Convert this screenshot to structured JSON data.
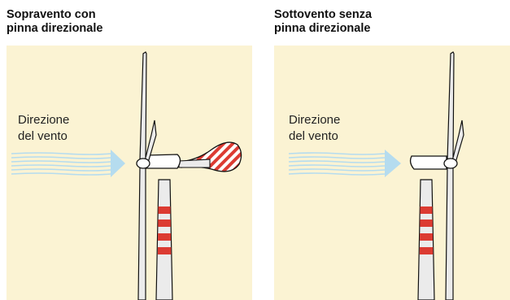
{
  "panels": [
    {
      "title_line1": "Sopravento con",
      "title_line2": "pinna direzionale",
      "wind_label_line1": "Direzione",
      "wind_label_line2": "del vento"
    },
    {
      "title_line1": "Sottovento senza",
      "title_line2": "pinna direzionale",
      "wind_label_line1": "Direzione",
      "wind_label_line2": "del vento"
    }
  ],
  "colors": {
    "background": "#fbf3d3",
    "wind_lines": "#b5dcef",
    "wind_arrow": "#b5dcef",
    "tower_stripe": "#dc3b32",
    "tower": "#ebebeb",
    "outline": "#111111"
  }
}
